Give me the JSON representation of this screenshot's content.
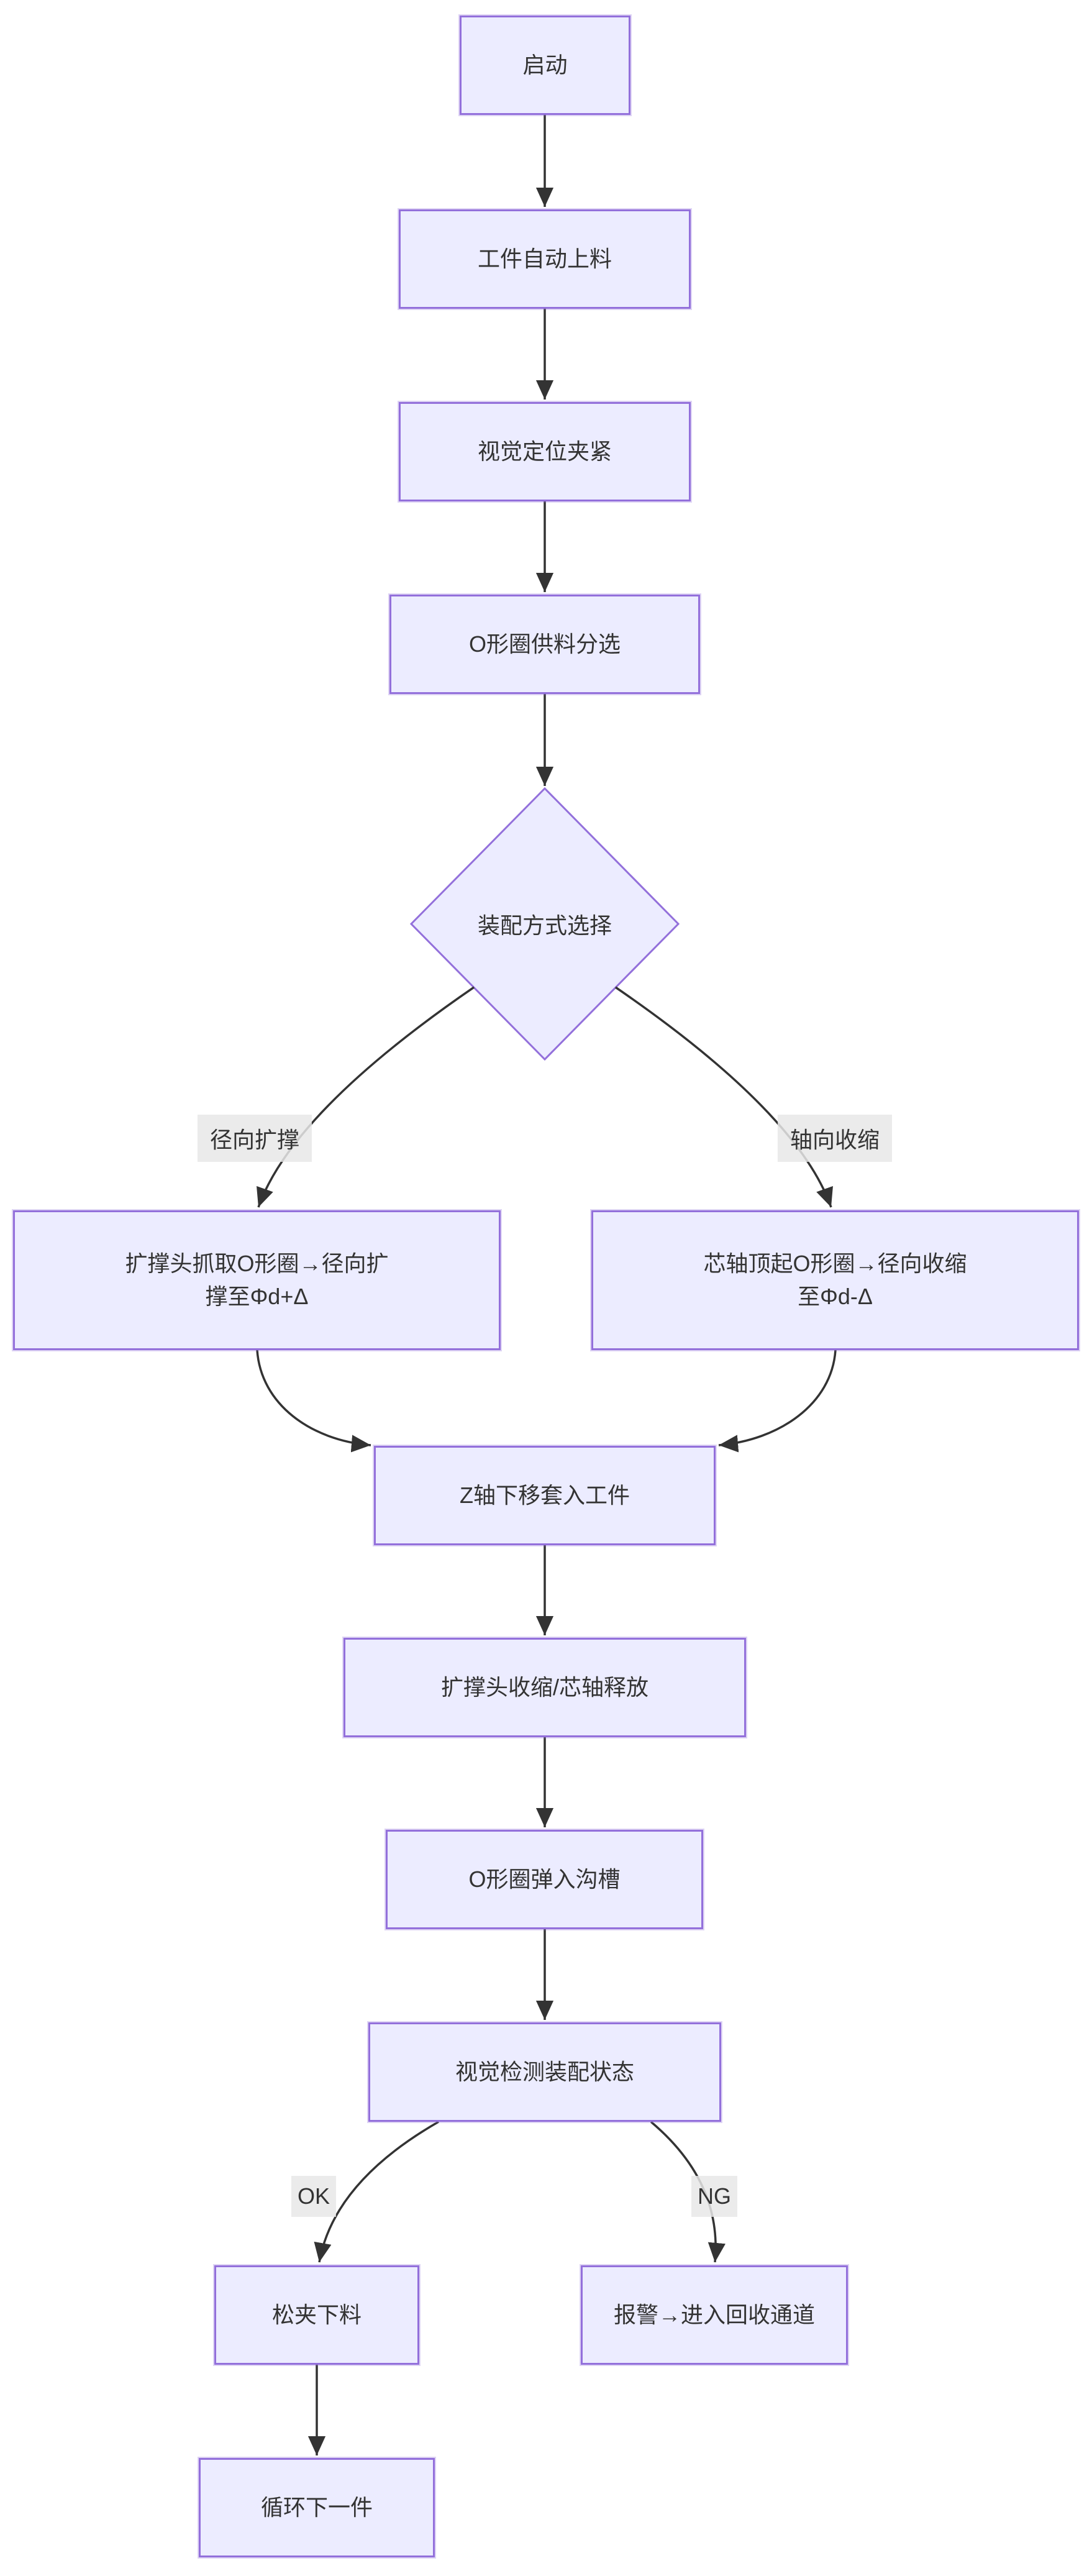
{
  "diagram": {
    "type": "flowchart",
    "direction": "top-down",
    "colors": {
      "node_fill": "#ECECFF",
      "node_border": "#9370DB",
      "edge": "#333333",
      "edge_label_bg": "#e8e8e8",
      "text": "#333333",
      "background": "#ffffff"
    }
  },
  "nodes": {
    "start": "启动",
    "auto_load": "工件自动上料",
    "vision_clamp": "视觉定位夹紧",
    "oring_feed": "O形圈供料分选",
    "decision": "装配方式选择",
    "radial_expand": "扩撑头抓取O形圈→径向扩\n撑至Φd+Δ",
    "axial_shrink": "芯轴顶起O形圈→径向收缩\n至Φd-Δ",
    "z_down": "Z轴下移套入工件",
    "release": "扩撑头收缩/芯轴释放",
    "snap_groove": "O形圈弹入沟槽",
    "vision_check": "视觉检测装配状态",
    "unclamp_unload": "松夹下料",
    "alarm_recycle": "报警→进入回收通道",
    "loop_next": "循环下一件"
  },
  "edge_labels": {
    "radial": "径向扩撑",
    "axial": "轴向收缩",
    "ok": "OK",
    "ng": "NG"
  }
}
